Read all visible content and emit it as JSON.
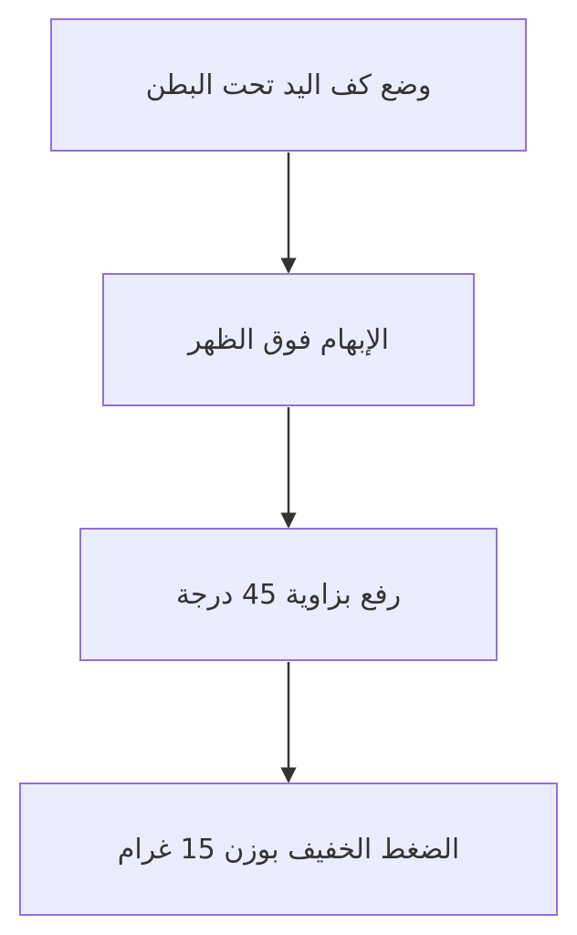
{
  "flowchart": {
    "nodes": [
      {
        "id": "n1",
        "label": "وضع كف اليد تحت البطن"
      },
      {
        "id": "n2",
        "label": "الإبهام فوق الظهر"
      },
      {
        "id": "n3",
        "label": "رفع بزاوية 45 درجة"
      },
      {
        "id": "n4",
        "label": "الضغط الخفيف بوزن 15 غرام"
      }
    ],
    "edges": [
      {
        "from": "n1",
        "to": "n2"
      },
      {
        "from": "n2",
        "to": "n3"
      },
      {
        "from": "n3",
        "to": "n4"
      }
    ],
    "colors": {
      "node_fill": "#ECECFF",
      "node_stroke": "#9370DB",
      "edge": "#333333",
      "text": "#333333"
    }
  }
}
